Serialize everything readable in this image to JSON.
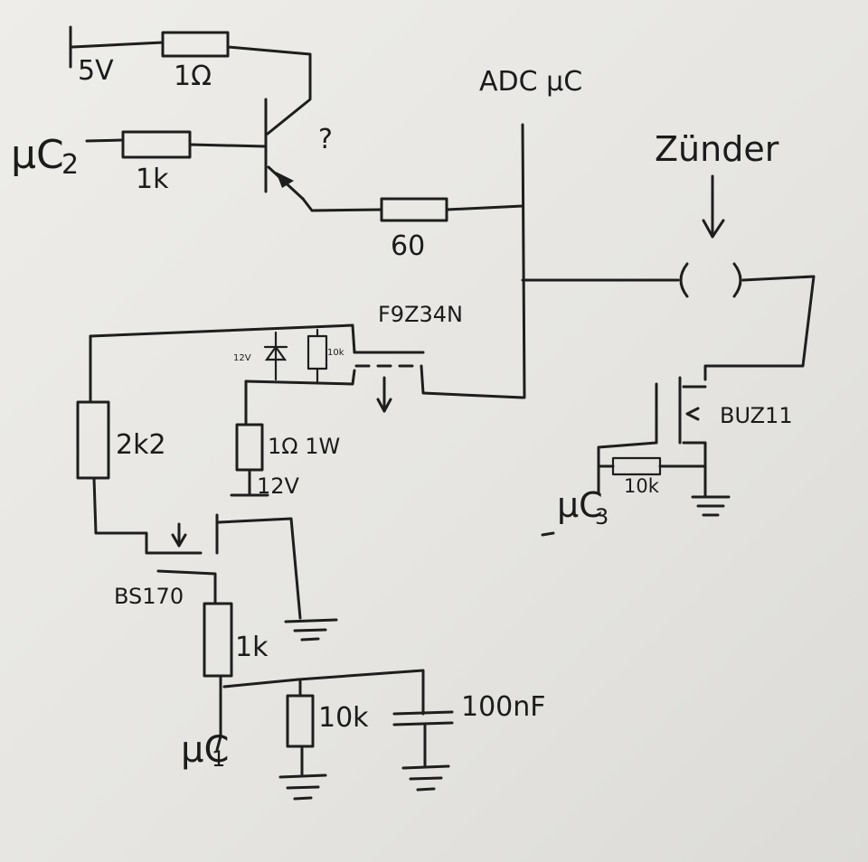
{
  "labels": {
    "supply_5v": "5V",
    "r_1ohm": "1Ω",
    "uc2": "μC",
    "uc2_sub": "2",
    "r_1k_base": "1k",
    "question": "?",
    "r_60": "60",
    "adc": "ADC μC",
    "zunder": "Zünder",
    "arrow_down": "↓",
    "mosfet_f9z34n": "F9Z34N",
    "zener_12v": "12V",
    "r_10k_small": "10k",
    "r_2k2": "2k2",
    "r_1ohm_1w": "1Ω 1W",
    "v_12v": "12V",
    "buz11": "BUZ11",
    "r_10k_gate": "10k",
    "uc3": "μC",
    "uc3_sub": "3",
    "bs170": "BS170",
    "r_1k": "1k",
    "r_10k": "10k",
    "cap_100nf": "100nF",
    "uc1": "μC",
    "uc1_sub": "1"
  }
}
